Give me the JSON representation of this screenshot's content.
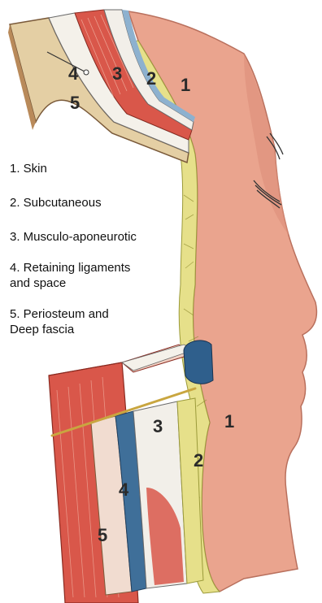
{
  "legend": {
    "items": [
      "1. Skin",
      "2. Subcutaneous",
      "3. Musculo-aponeurotic",
      "4. Retaining ligaments\nand space",
      "5. Periosteum and\nDeep fascia"
    ]
  },
  "layer_numbers": {
    "top": [
      "4",
      "3",
      "2",
      "1",
      "5"
    ],
    "bottom": [
      "3",
      "1",
      "4",
      "2",
      "5"
    ]
  },
  "colors": {
    "skin": "#e9a58f",
    "skin_dark": "#c97a66",
    "subcutaneous": "#e6e08a",
    "muscle": "#d9574a",
    "aponeurosis": "#f2efe9",
    "ligament_space": "#3f6f99",
    "periosteum": "#e4cfa4"
  }
}
